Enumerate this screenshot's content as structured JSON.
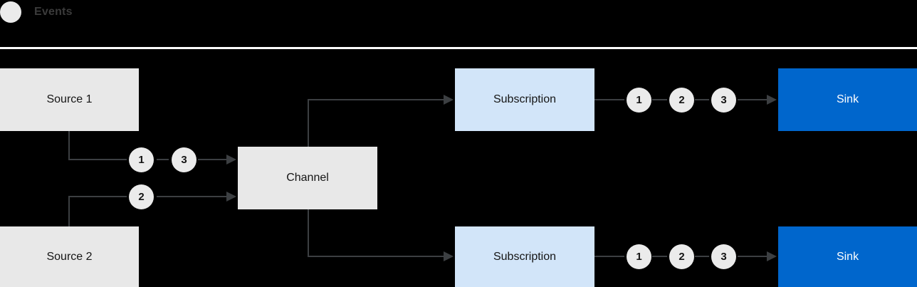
{
  "legend": {
    "dot_icon": "event-dot-icon",
    "label": "Events"
  },
  "diagram": {
    "nodes": [
      {
        "id": "source-1",
        "label": "Source 1",
        "style": "grey"
      },
      {
        "id": "source-2",
        "label": "Source 2",
        "style": "grey"
      },
      {
        "id": "channel",
        "label": "Channel",
        "style": "grey"
      },
      {
        "id": "subscription-1",
        "label": "Subscription",
        "style": "lightblue"
      },
      {
        "id": "subscription-2",
        "label": "Subscription",
        "style": "lightblue"
      },
      {
        "id": "sink-1",
        "label": "Sink",
        "style": "blue"
      },
      {
        "id": "sink-2",
        "label": "Sink",
        "style": "blue"
      }
    ],
    "events": {
      "source1_out": [
        "1",
        "3"
      ],
      "source2_out": [
        "2"
      ],
      "subscription1_out": [
        "1",
        "2",
        "3"
      ],
      "subscription2_out": [
        "1",
        "2",
        "3"
      ]
    }
  },
  "colors": {
    "background": "#000000",
    "node_grey": "#e8e8e8",
    "node_lightblue": "#d2e5f9",
    "node_blue": "#0066cc",
    "bubble": "#ebebeb",
    "wire": "#3c3f42",
    "divider": "#ffffff",
    "legend_text": "#3b3b3b"
  }
}
